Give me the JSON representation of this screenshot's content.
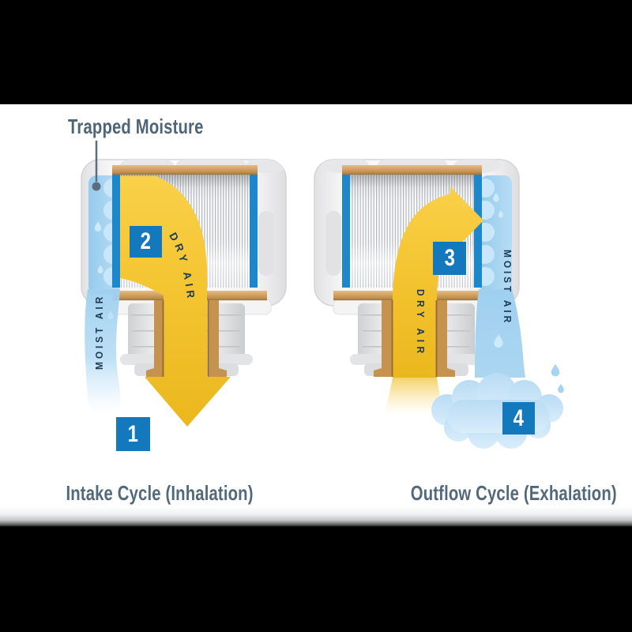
{
  "annotation": {
    "trapped_moisture_label": "Trapped Moisture"
  },
  "badges": {
    "step_1": "1",
    "step_2": "2",
    "step_3": "3",
    "step_4": "4"
  },
  "intake_device": {
    "moist_air_label": "MOIST AIR",
    "dry_air_label": "DRY AIR",
    "caption": "Intake Cycle (Inhalation)"
  },
  "outflow_device": {
    "dry_air_label": "DRY AIR",
    "moist_air_label": "MOIST AIR",
    "caption": "Outflow Cycle (Exhalation)"
  },
  "colors": {
    "badge_blue": "#1478bd",
    "side_bar_blue": "#1d87c9",
    "arrow_yellow": "#f5c634",
    "moist_stream_blue": "#a6d4f1",
    "cartridge_tan": "#cf9f5e",
    "flow_label_navy": "#1f3b55",
    "caption_slate": "#51697b",
    "letterbox_black": "#000000"
  }
}
